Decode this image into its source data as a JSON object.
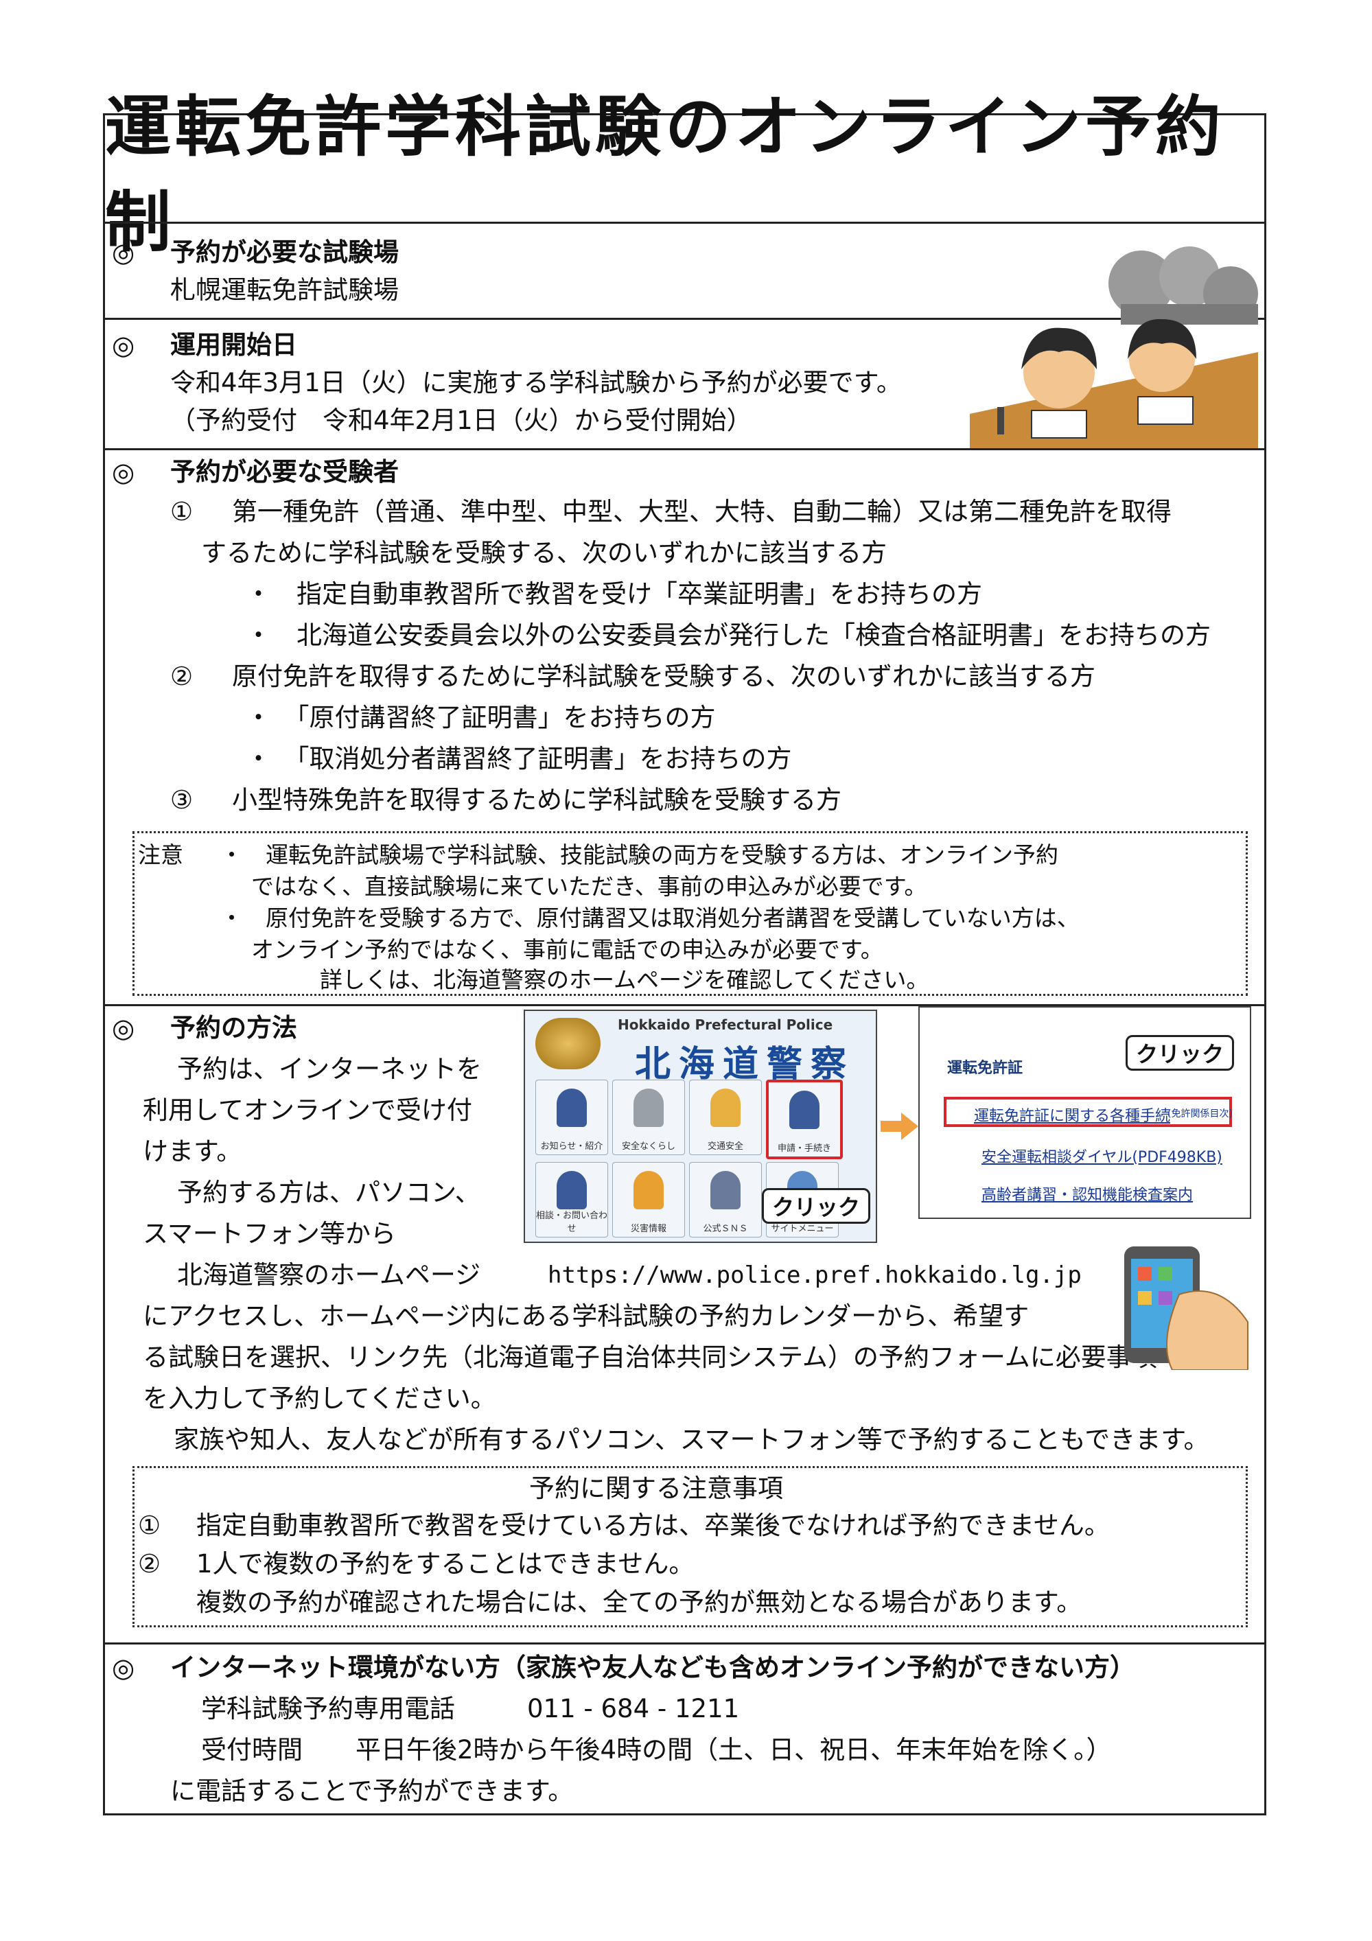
{
  "title": "運転免許学科試験のオンライン予約制",
  "bullet_mark": "◎",
  "sec1": {
    "heading": "予約が必要な試験場",
    "body": "札幌運転免許試験場"
  },
  "sec2": {
    "heading": "運用開始日",
    "line1": "令和4年3月1日（火）に実施する学科試験から予約が必要です。",
    "line2": "（予約受付　令和4年2月1日（火）から受付開始）"
  },
  "sec3": {
    "heading": "予約が必要な受験者",
    "item1_mark": "①",
    "item1_line1": "第一種免許（普通、準中型、中型、大型、大特、自動二輪）又は第二種免許を取得",
    "item1_line2": "するために学科試験を受験する、次のいずれかに該当する方",
    "item1_sub1": "・　指定自動車教習所で教習を受け「卒業証明書」をお持ちの方",
    "item1_sub2": "・　北海道公安委員会以外の公安委員会が発行した「検査合格証明書」をお持ちの方",
    "item2_mark": "②",
    "item2_line1": "原付免許を取得するために学科試験を受験する、次のいずれかに該当する方",
    "item2_sub1": "・　「原付講習終了証明書」をお持ちの方",
    "item2_sub2": "・　「取消処分者講習終了証明書」をお持ちの方",
    "item3_mark": "③",
    "item3_line1": "小型特殊免許を取得するために学科試験を受験する方",
    "note_label": "注意",
    "note1_a": "・　運転免許試験場で学科試験、技能試験の両方を受験する方は、オンライン予約",
    "note1_b": "ではなく、直接試験場に来ていただき、事前の申込みが必要です。",
    "note2_a": "・　原付免許を受験する方で、原付講習又は取消処分者講習を受講していない方は、",
    "note2_b": "オンライン予約ではなく、事前に電話での申込みが必要です。",
    "note3": "詳しくは、北海道警察のホームページを確認してください。"
  },
  "sec4": {
    "heading": "予約の方法",
    "p1_l1": "予約は、インターネットを",
    "p1_l2": "利用してオンラインで受け付",
    "p1_l3": "けます。",
    "p2_l1": "予約する方は、パソコン、",
    "p2_l2": "スマートフォン等から",
    "p2_l3a": "北海道警察のホームページ",
    "url": "https://www.police.pref.hokkaido.lg.jp",
    "p2_l4": "にアクセスし、ホームページ内にある学科試験の予約カレンダーから、希望す",
    "p2_l5": "る試験日を選択、リンク先（北海道電子自治体共同システム）の予約フォームに必要事項",
    "p2_l6": "を入力して予約してください。",
    "p3": "家族や知人、友人などが所有するパソコン、スマートフォン等で予約することもできます。",
    "web": {
      "en_name": "Hokkaido Prefectural Police",
      "jp_name": "北海道警察",
      "tiles": [
        "お知らせ・紹介",
        "安全なくらし",
        "交通安全",
        "申請・手続き",
        "相談・お問い合わせ",
        "災害情報",
        "公式ＳＮＳ",
        "サイトメニュー"
      ],
      "click": "クリック"
    },
    "panel": {
      "heading": "運転免許証",
      "link1": "運転免許証に関する各種手続",
      "link1_small": "(免許関係目次)",
      "link2": "安全運転相談ダイヤル(PDF498KB)",
      "link3": "高齢者講習・認知機能検査案内",
      "click": "クリック"
    },
    "note_title": "予約に関する注意事項",
    "note_item1_mark": "①",
    "note_item1": "指定自動車教習所で教習を受けている方は、卒業後でなければ予約できません。",
    "note_item2_mark": "②",
    "note_item2": "1人で複数の予約をすることはできません。",
    "note_item2_b": "複数の予約が確認された場合には、全ての予約が無効となる場合があります。"
  },
  "sec5": {
    "heading": "インターネット環境がない方（家族や友人なども含めオンライン予約ができない方）",
    "phone_label": "学科試験予約専用電話",
    "phone": "011 - 684 - 1211",
    "hours_label": "受付時間",
    "hours": "平日午後2時から午後4時の間（土、日、祝日、年末年始を除く。）",
    "closing": "に電話することで予約ができます。"
  },
  "colors": {
    "red": "#d8262a",
    "blue_title": "#1a4a9a",
    "desk": "#c98a3a"
  }
}
